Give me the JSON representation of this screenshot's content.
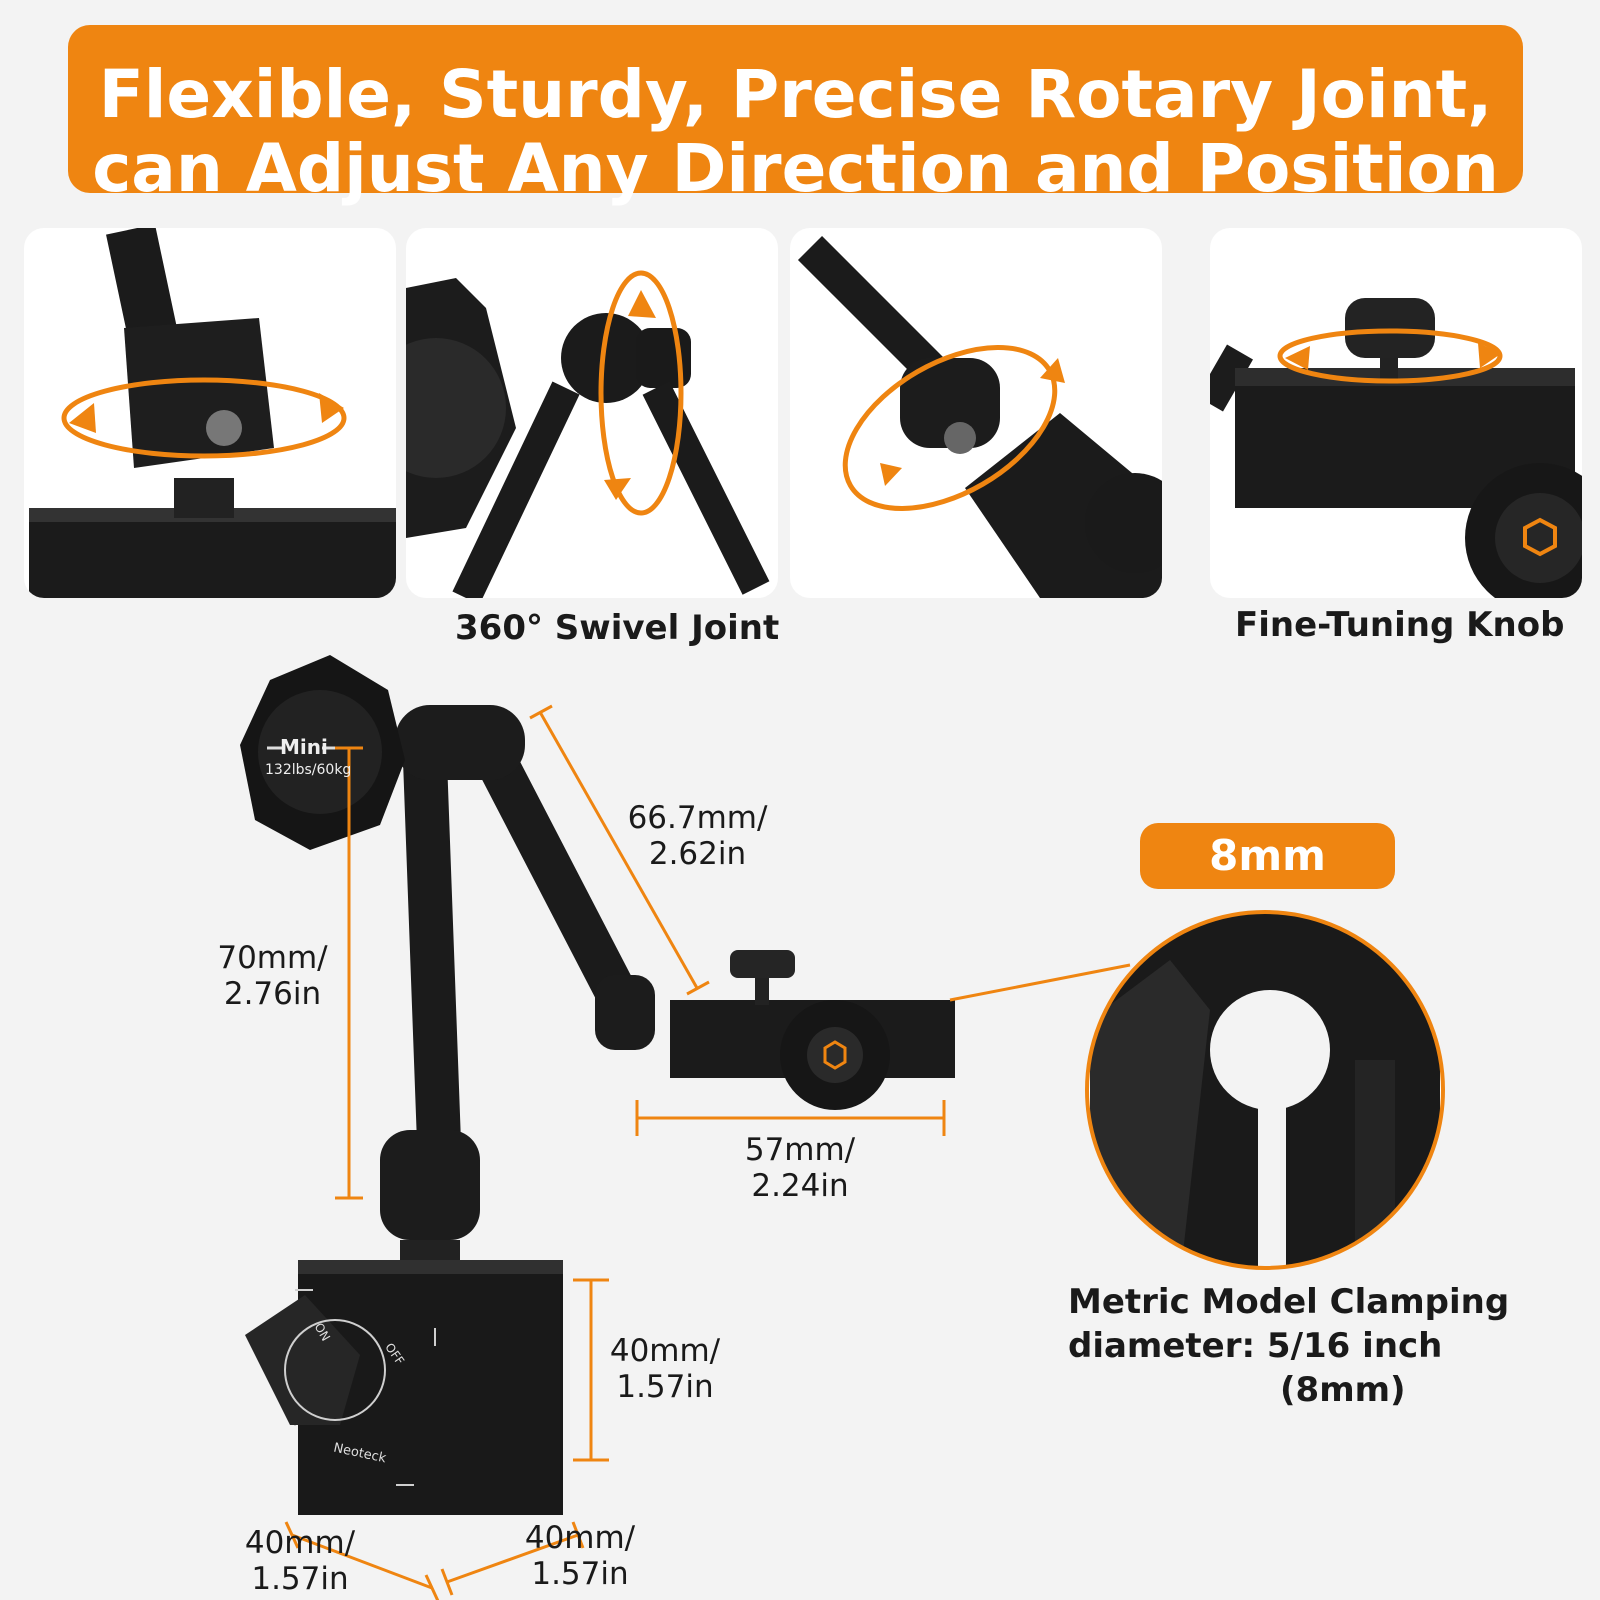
{
  "banner": {
    "line1": "Flexible, Sturdy, Precise Rotary Joint,",
    "line2": "can Adjust Any Direction and Position"
  },
  "captions": {
    "swivel": "360° Swivel Joint",
    "fine_tuning": "Fine-Tuning Knob"
  },
  "knob_label": {
    "model": "Mini",
    "capacity": "132lbs/60kg"
  },
  "dimensions": {
    "upper_arm": {
      "line1": "66.7mm/",
      "line2": "2.62in"
    },
    "lower_arm": {
      "line1": "70mm/",
      "line2": "2.76in"
    },
    "clamp": {
      "line1": "57mm/",
      "line2": "2.24in"
    },
    "base_height": {
      "line1": "40mm/",
      "line2": "1.57in"
    },
    "base_width": {
      "line1": "40mm/",
      "line2": "1.57in"
    },
    "base_depth": {
      "line1": "40mm/",
      "line2": "1.57in"
    }
  },
  "clamp_size": {
    "pill": "8mm"
  },
  "metric_note": {
    "line1": "Metric Model Clamping",
    "line2": "diameter: 5/16 inch",
    "line3": "(8mm)"
  },
  "base_switch": {
    "on": "ON",
    "off": "OFF",
    "brand": "Neoteck"
  },
  "colors": {
    "accent": "#ef8511",
    "metal": "#1b1b1b",
    "background": "#f3f3f3"
  }
}
